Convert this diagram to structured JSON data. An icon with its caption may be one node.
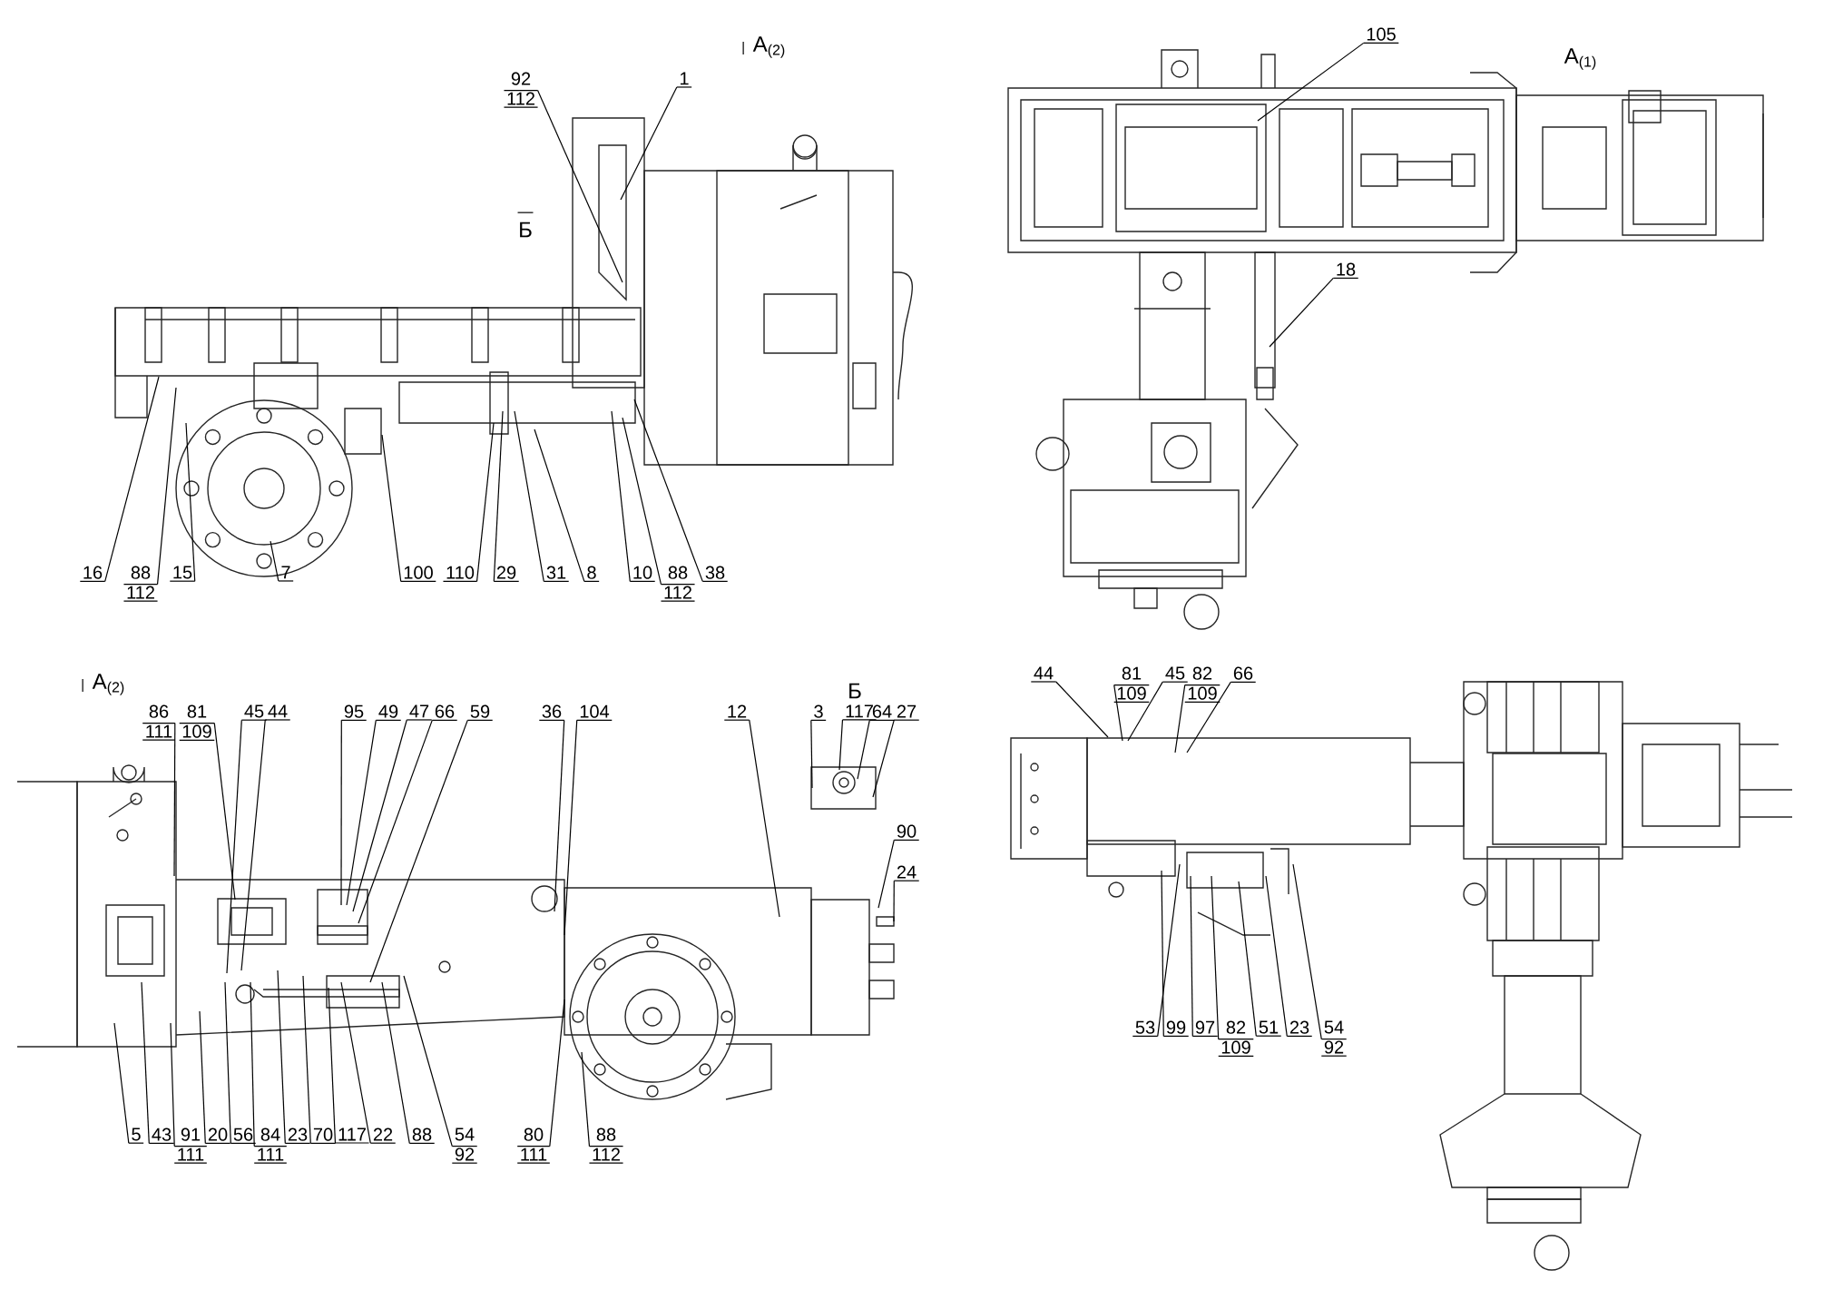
{
  "diagram": {
    "nodes": [
      {
        "text": [
          "92",
          "112"
        ]
      },
      {
        "text": [
          "1"
        ]
      },
      {
        "text": [
          "16"
        ]
      },
      {
        "text": [
          "88",
          "112"
        ]
      },
      {
        "text": [
          "15"
        ]
      },
      {
        "text": [
          "7"
        ]
      },
      {
        "text": [
          "100"
        ]
      },
      {
        "text": [
          "110"
        ]
      },
      {
        "text": [
          "29"
        ]
      },
      {
        "text": [
          "31"
        ]
      },
      {
        "text": [
          "8"
        ]
      },
      {
        "text": [
          "10"
        ]
      },
      {
        "text": [
          "88",
          "112"
        ]
      },
      {
        "text": [
          "38"
        ]
      },
      {
        "text": [
          "105"
        ]
      },
      {
        "text": [
          "18"
        ]
      },
      {
        "text": [
          "86",
          "111"
        ]
      },
      {
        "text": [
          "81",
          "109"
        ]
      },
      {
        "text": [
          "45"
        ]
      },
      {
        "text": [
          "44"
        ]
      },
      {
        "text": [
          "95"
        ]
      },
      {
        "text": [
          "49"
        ]
      },
      {
        "text": [
          "47"
        ]
      },
      {
        "text": [
          "66"
        ]
      },
      {
        "text": [
          "59"
        ]
      },
      {
        "text": [
          "36"
        ]
      },
      {
        "text": [
          "104"
        ]
      },
      {
        "text": [
          "12"
        ]
      },
      {
        "text": [
          "3"
        ]
      },
      {
        "text": [
          "117"
        ]
      },
      {
        "text": [
          "64"
        ]
      },
      {
        "text": [
          "27"
        ]
      },
      {
        "text": [
          "90"
        ]
      },
      {
        "text": [
          "24"
        ]
      },
      {
        "text": [
          "5"
        ]
      },
      {
        "text": [
          "43"
        ]
      },
      {
        "text": [
          "91",
          "111"
        ]
      },
      {
        "text": [
          "20"
        ]
      },
      {
        "text": [
          "56"
        ]
      },
      {
        "text": [
          "84",
          "111"
        ]
      },
      {
        "text": [
          "23"
        ]
      },
      {
        "text": [
          "70"
        ]
      },
      {
        "text": [
          "117"
        ]
      },
      {
        "text": [
          "22"
        ]
      },
      {
        "text": [
          "88"
        ]
      },
      {
        "text": [
          "54",
          "92"
        ]
      },
      {
        "text": [
          "80",
          "111"
        ]
      },
      {
        "text": [
          "88",
          "112"
        ]
      },
      {
        "text": [
          "44"
        ]
      },
      {
        "text": [
          "81",
          "109"
        ]
      },
      {
        "text": [
          "45"
        ]
      },
      {
        "text": [
          "82",
          "109"
        ]
      },
      {
        "text": [
          "66"
        ]
      },
      {
        "text": [
          "53"
        ]
      },
      {
        "text": [
          "99"
        ]
      },
      {
        "text": [
          "97"
        ]
      },
      {
        "text": [
          "82",
          "109"
        ]
      },
      {
        "text": [
          "51"
        ]
      },
      {
        "text": [
          "23"
        ]
      },
      {
        "text": [
          "54",
          "92"
        ]
      }
    ],
    "edges": [
      {
        "from": 0,
        "to": null,
        "arrow": "none"
      },
      {
        "from": 1,
        "to": null,
        "arrow": "none"
      },
      {
        "from": 2,
        "to": null,
        "arrow": "none"
      },
      {
        "from": 3,
        "to": null,
        "arrow": "none"
      },
      {
        "from": 4,
        "to": null,
        "arrow": "none"
      },
      {
        "from": 5,
        "to": null,
        "arrow": "none"
      },
      {
        "from": 6,
        "to": null,
        "arrow": "none"
      },
      {
        "from": 7,
        "to": null,
        "arrow": "none"
      },
      {
        "from": 8,
        "to": null,
        "arrow": "none"
      },
      {
        "from": 9,
        "to": null,
        "arrow": "none"
      },
      {
        "from": 10,
        "to": null,
        "arrow": "none"
      },
      {
        "from": 11,
        "to": null,
        "arrow": "none"
      },
      {
        "from": 12,
        "to": null,
        "arrow": "none"
      },
      {
        "from": 13,
        "to": null,
        "arrow": "none"
      },
      {
        "from": 14,
        "to": null,
        "arrow": "none"
      },
      {
        "from": 15,
        "to": null,
        "arrow": "none"
      },
      {
        "from": 16,
        "to": null,
        "arrow": "none"
      },
      {
        "from": 17,
        "to": null,
        "arrow": "none"
      },
      {
        "from": 18,
        "to": null,
        "arrow": "none"
      },
      {
        "from": 19,
        "to": null,
        "arrow": "none"
      },
      {
        "from": 20,
        "to": null,
        "arrow": "none"
      },
      {
        "from": 21,
        "to": null,
        "arrow": "none"
      },
      {
        "from": 22,
        "to": null,
        "arrow": "none"
      },
      {
        "from": 23,
        "to": null,
        "arrow": "none"
      },
      {
        "from": 24,
        "to": null,
        "arrow": "none"
      },
      {
        "from": 25,
        "to": null,
        "arrow": "none"
      },
      {
        "from": 26,
        "to": null,
        "arrow": "none"
      },
      {
        "from": 27,
        "to": null,
        "arrow": "none"
      },
      {
        "from": 28,
        "to": null,
        "arrow": "none"
      },
      {
        "from": 29,
        "to": null,
        "arrow": "none"
      },
      {
        "from": 30,
        "to": null,
        "arrow": "none"
      },
      {
        "from": 31,
        "to": null,
        "arrow": "none"
      },
      {
        "from": 32,
        "to": null,
        "arrow": "none"
      },
      {
        "from": 33,
        "to": null,
        "arrow": "none"
      },
      {
        "from": 34,
        "to": null,
        "arrow": "none"
      },
      {
        "from": 35,
        "to": null,
        "arrow": "none"
      },
      {
        "from": 36,
        "to": null,
        "arrow": "none"
      },
      {
        "from": 37,
        "to": null,
        "arrow": "none"
      },
      {
        "from": 38,
        "to": null,
        "arrow": "none"
      },
      {
        "from": 39,
        "to": null,
        "arrow": "none"
      },
      {
        "from": 40,
        "to": null,
        "arrow": "none"
      },
      {
        "from": 41,
        "to": null,
        "arrow": "none"
      },
      {
        "from": 42,
        "to": null,
        "arrow": "none"
      },
      {
        "from": 43,
        "to": null,
        "arrow": "none"
      },
      {
        "from": 44,
        "to": null,
        "arrow": "none"
      },
      {
        "from": 45,
        "to": null,
        "arrow": "none"
      },
      {
        "from": 46,
        "to": null,
        "arrow": "none"
      },
      {
        "from": 47,
        "to": null,
        "arrow": "none"
      },
      {
        "from": 48,
        "to": null,
        "arrow": "none"
      },
      {
        "from": 49,
        "to": null,
        "arrow": "none"
      },
      {
        "from": 50,
        "to": null,
        "arrow": "none"
      },
      {
        "from": 51,
        "to": null,
        "arrow": "none"
      },
      {
        "from": 52,
        "to": null,
        "arrow": "none"
      },
      {
        "from": 53,
        "to": null,
        "arrow": "none"
      },
      {
        "from": 54,
        "to": null,
        "arrow": "none"
      },
      {
        "from": 55,
        "to": null,
        "arrow": "none"
      },
      {
        "from": 56,
        "to": null,
        "arrow": "none"
      },
      {
        "from": 57,
        "to": null,
        "arrow": "none"
      },
      {
        "from": 58,
        "to": null,
        "arrow": "none"
      },
      {
        "from": 59,
        "to": null,
        "arrow": "none"
      }
    ],
    "labels": [
      "А$_{(2)}$",
      "А$_{(1)}$",
      "Б",
      "А$_{(2)}$",
      "Б"
    ]
  }
}
